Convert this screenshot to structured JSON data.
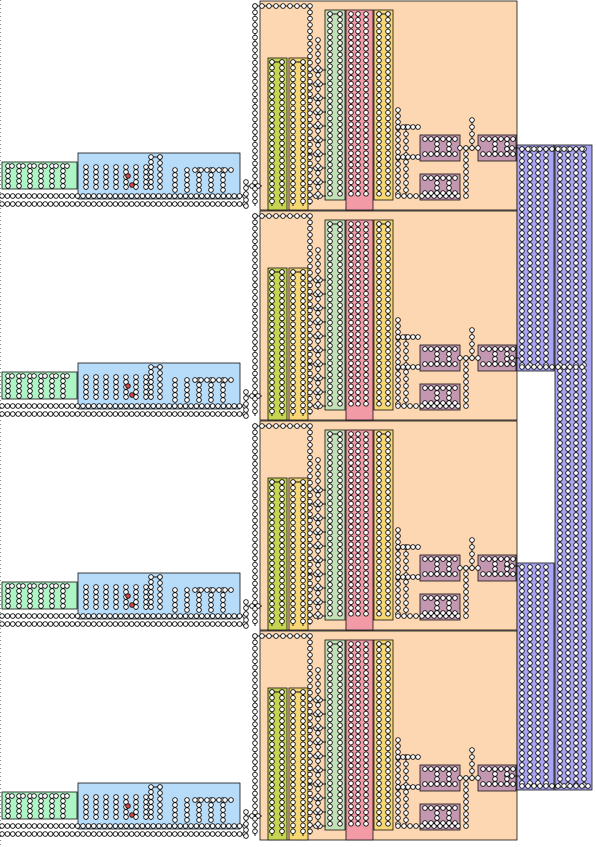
{
  "colors": {
    "background": "#ffffff",
    "wire": "#111111",
    "node_fill": "#ffffff",
    "green_block": "#aef5c6",
    "blue_block": "#b6dcfa",
    "orange_panel": "#fdd7b1",
    "olive_column": "#c7d451",
    "yellow_column": "#f7d774",
    "sage_column": "#c3e0b6",
    "pink_column": "#f29aa6",
    "mauve_block": "#c497b0",
    "violet_bus": "#a9a5f4",
    "red_node": "#d94040"
  },
  "diagram": {
    "stages": 4,
    "row_labels": [],
    "blocks": [
      "green-register",
      "blue-logic",
      "orange-panel",
      "olive-column",
      "yellow-column",
      "sage-column",
      "pink-column",
      "yellow-column-right",
      "mauve-block",
      "violet-bus"
    ]
  }
}
